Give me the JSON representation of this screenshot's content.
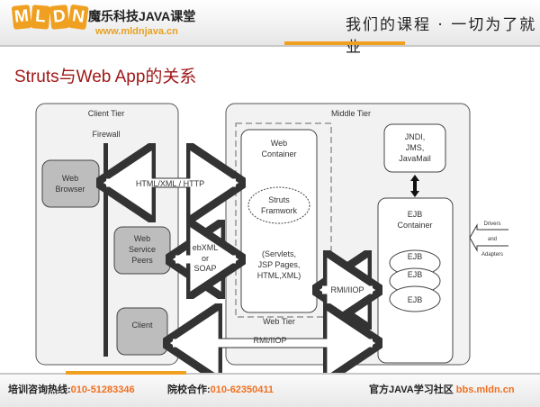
{
  "header": {
    "logo_letters": [
      "M",
      "L",
      "D",
      "N"
    ],
    "brand": "魔乐科技JAVA课堂",
    "site": "www.mldnjava.cn",
    "slogan": "我们的课程 · 一切为了就业"
  },
  "slide_title": "Struts与Web App的关系",
  "diagram": {
    "client_tier": "Client Tier",
    "firewall": "Firewall",
    "web_browser": [
      "Web",
      "Browser"
    ],
    "web_service_peers": [
      "Web",
      "Service",
      "Peers"
    ],
    "client": "Client",
    "middle_tier": "Middle Tier",
    "web_container": [
      "Web",
      "Container"
    ],
    "struts": [
      "Struts",
      "Framwork"
    ],
    "web_contents": [
      "(Servlets,",
      "JSP Pages,",
      "HTML,XML)"
    ],
    "web_tier": "Web Tier",
    "jndi": [
      "JNDI,",
      "JMS,",
      "JavaMail"
    ],
    "ejb_container": [
      "EJB",
      "Container"
    ],
    "ejb": [
      "EJB",
      "EJB",
      "EJB"
    ],
    "arrow_http": "HTML/XML / HTTP",
    "arrow_ebxml": [
      "ebXML",
      "or",
      "SOAP"
    ],
    "arrow_rmi_web": "RMI/IIOP",
    "arrow_rmi_client": "RMI/IIOP",
    "drivers": [
      "Drivers",
      "and",
      "Adapters"
    ]
  },
  "footer": {
    "hotline_label": "培训咨询热线:",
    "hotline": "010-51283346",
    "coop_label": "院校合作:",
    "coop": "010-62350411",
    "community_label": "官方JAVA学习社区",
    "community": "bbs.mldn.cn"
  }
}
